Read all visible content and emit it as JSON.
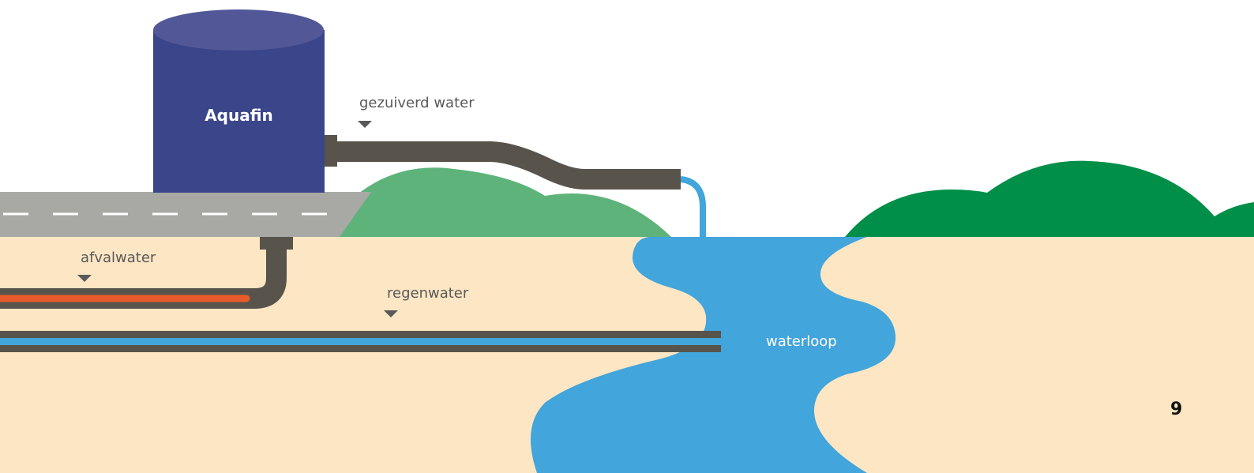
{
  "labels": {
    "tank": "Aquafin",
    "purified_water": "gezuiverd water",
    "wastewater": "afvalwater",
    "rainwater": "regenwater",
    "watercourse": "waterloop"
  },
  "page_number": "9",
  "colors": {
    "tank": "#3b4589",
    "tank_top": "#525897",
    "ground": "#fce6c4",
    "road": "#a8a8a5",
    "pipe": "#58544b",
    "water": "#42a5db",
    "wastewater_flow": "#e95b2b",
    "hill_light": "#5eb37a",
    "hill_dark": "#008f49"
  },
  "icons": [
    "arrow-down-icon"
  ]
}
